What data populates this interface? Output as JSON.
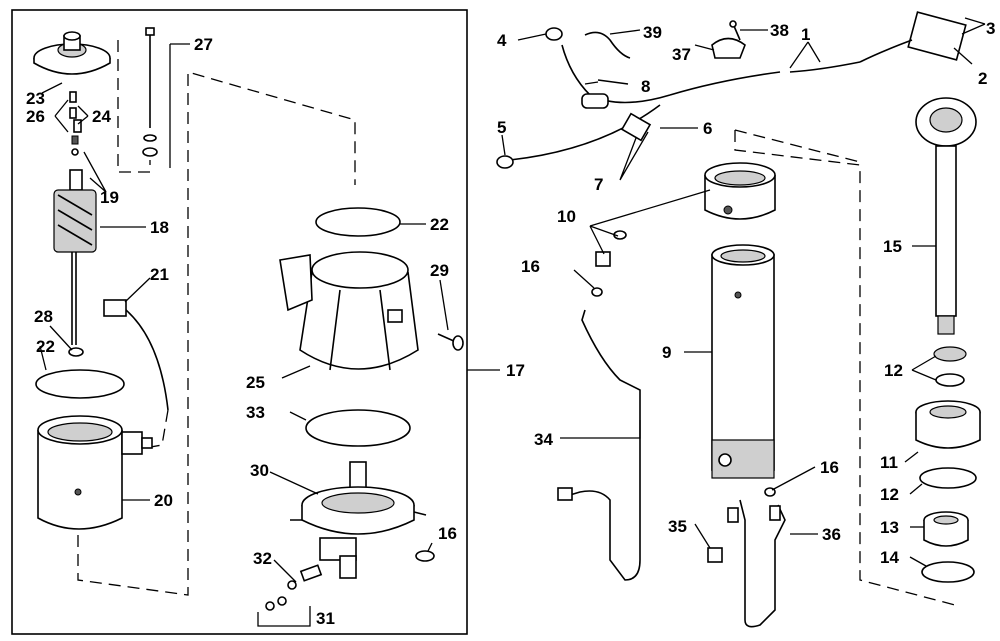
{
  "callouts": [
    {
      "label": "1"
    },
    {
      "label": "2"
    },
    {
      "label": "3"
    },
    {
      "label": "4"
    },
    {
      "label": "5"
    },
    {
      "label": "6"
    },
    {
      "label": "7"
    },
    {
      "label": "8"
    },
    {
      "label": "9"
    },
    {
      "label": "10"
    },
    {
      "label": "11"
    },
    {
      "label": "12"
    },
    {
      "label": "12"
    },
    {
      "label": "13"
    },
    {
      "label": "14"
    },
    {
      "label": "15"
    },
    {
      "label": "16"
    },
    {
      "label": "16"
    },
    {
      "label": "16"
    },
    {
      "label": "17"
    },
    {
      "label": "18"
    },
    {
      "label": "19"
    },
    {
      "label": "20"
    },
    {
      "label": "21"
    },
    {
      "label": "22"
    },
    {
      "label": "22"
    },
    {
      "label": "23"
    },
    {
      "label": "24"
    },
    {
      "label": "25"
    },
    {
      "label": "26"
    },
    {
      "label": "27"
    },
    {
      "label": "28"
    },
    {
      "label": "29"
    },
    {
      "label": "30"
    },
    {
      "label": "31"
    },
    {
      "label": "32"
    },
    {
      "label": "33"
    },
    {
      "label": "34"
    },
    {
      "label": "35"
    },
    {
      "label": "36"
    },
    {
      "label": "37"
    },
    {
      "label": "38"
    },
    {
      "label": "39"
    }
  ]
}
